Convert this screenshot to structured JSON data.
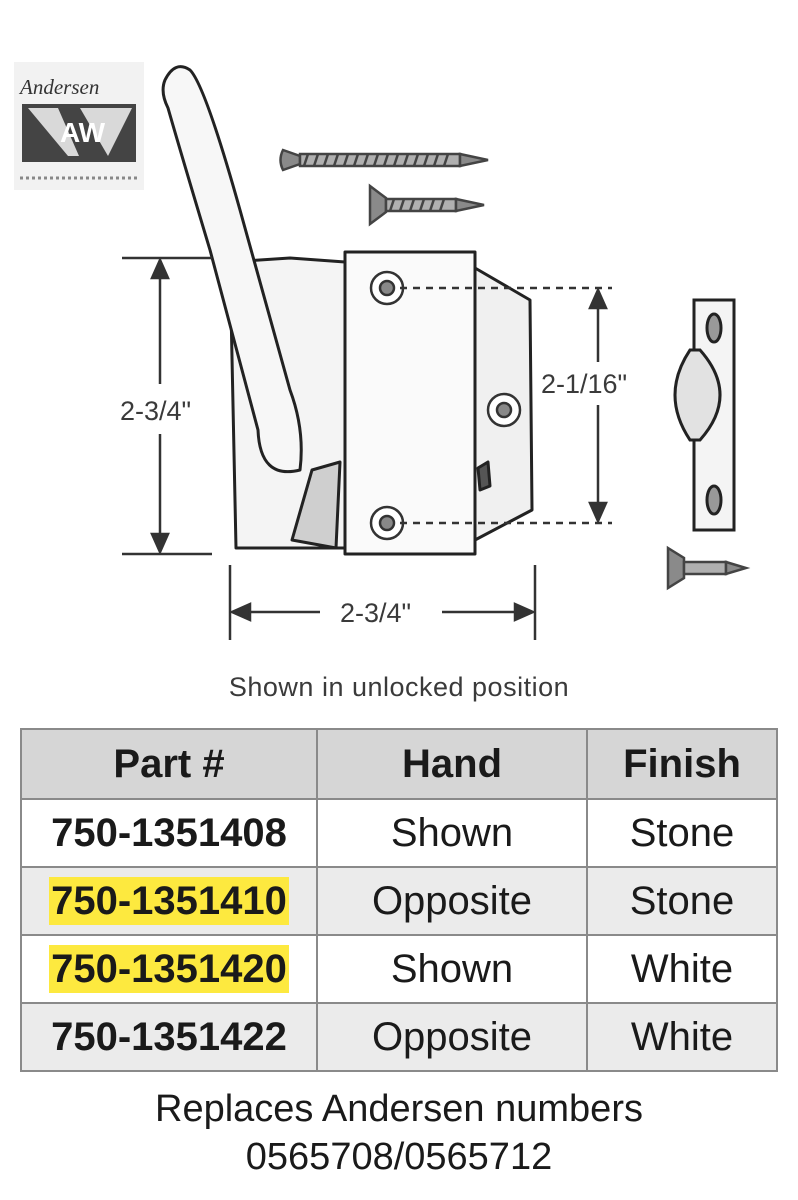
{
  "logo": {
    "brand_text": "Andersen",
    "mark_text": "AW"
  },
  "diagram": {
    "dimension_height": "2-3/4\"",
    "dimension_hole_spacing": "2-1/16\"",
    "dimension_width": "2-3/4\""
  },
  "caption": "Shown in unlocked position",
  "table": {
    "headers": [
      "Part #",
      "Hand",
      "Finish"
    ],
    "rows": [
      {
        "part": "750-1351408",
        "hand": "Shown",
        "finish": "Stone",
        "highlight": false
      },
      {
        "part": "750-1351410",
        "hand": "Opposite",
        "finish": "Stone",
        "highlight": true
      },
      {
        "part": "750-1351420",
        "hand": "Shown",
        "finish": "White",
        "highlight": true
      },
      {
        "part": "750-1351422",
        "hand": "Opposite",
        "finish": "White",
        "highlight": false
      }
    ]
  },
  "footer": {
    "line1": "Replaces Andersen numbers",
    "line2": "0565708/0565712"
  },
  "colors": {
    "highlight": "#fde93f",
    "header_bg": "#d6d6d6",
    "alt_row_bg": "#ebebeb"
  }
}
